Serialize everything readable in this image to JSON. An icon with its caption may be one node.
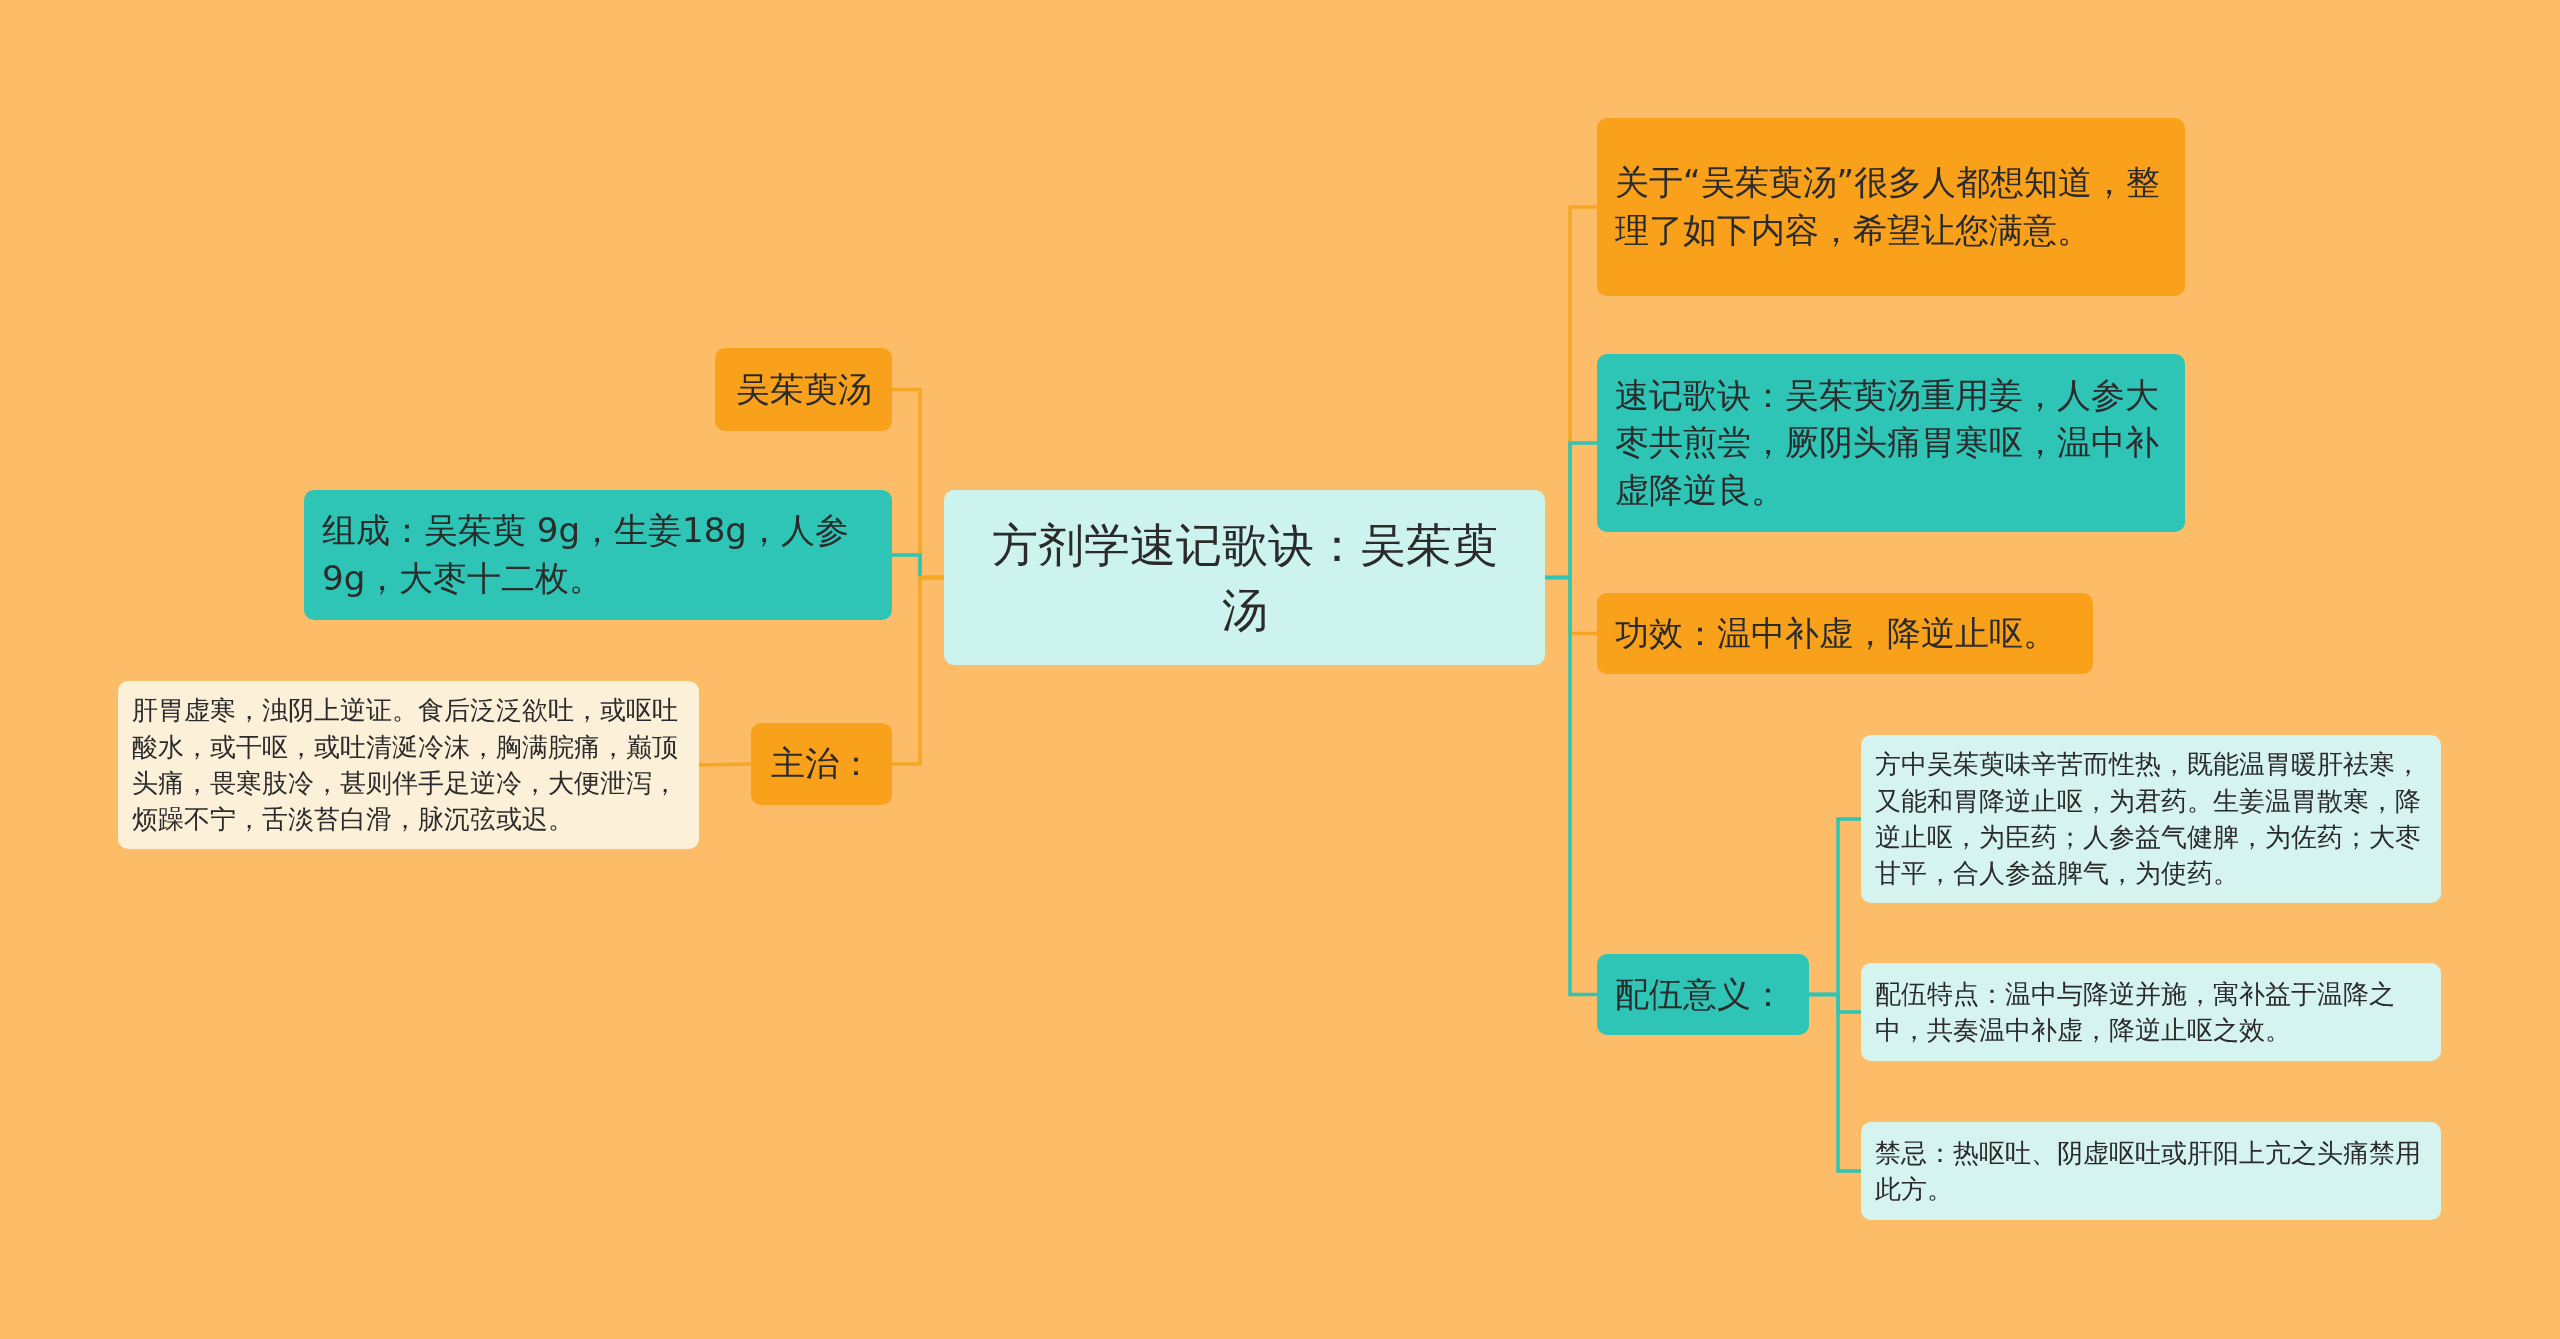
{
  "diagram": {
    "nodes": [
      {
        "text": [
          "方剂学速记歌诀：吴茱萸汤"
        ]
      },
      {
        "text": [
          "吴茱萸汤"
        ]
      },
      {
        "text": [
          "组成：吴茱萸 9g，生姜18g，人参9g，大枣十二枚。"
        ]
      },
      {
        "text": [
          "主治："
        ]
      },
      {
        "text": [
          "肝胃虚寒，浊阴上逆证。食后泛泛欲吐，或呕吐酸水，或干呕，或吐清涎冷沫，胸满脘痛，巅顶头痛，畏寒肢冷，甚则伴手足逆冷，大便泄泻，烦躁不宁，舌淡苔白滑，脉沉弦或迟。"
        ]
      },
      {
        "text": [
          "关于“吴茱萸汤”很多人都想知道，整理了如下内容，希望让您满意。"
        ]
      },
      {
        "text": [
          "速记歌诀：吴茱萸汤重用姜，人参大枣共煎尝，厥阴头痛胃寒呕，温中补虚降逆良。"
        ]
      },
      {
        "text": [
          "功效：温中补虚，降逆止呕。"
        ]
      },
      {
        "text": [
          "配伍意义："
        ]
      },
      {
        "text": [
          "方中吴茱萸味辛苦而性热，既能温胃暖肝祛寒，又能和胃降逆止呕，为君药。生姜温胃散寒，降逆止呕，为臣药；人参益气健脾，为佐药；大枣甘平，合人参益脾气，为使药。"
        ]
      },
      {
        "text": [
          "配伍特点：温中与降逆并施，寓补益于温降之中，共奏温中补虚，降逆止呕之效。"
        ]
      },
      {
        "text": [
          "禁忌：热呕吐、阴虚呕吐或肝阳上亢之头痛禁用此方。"
        ]
      }
    ],
    "edges": [
      {
        "from": 0,
        "to": 1,
        "arrow": "none",
        "color": "#f5a623"
      },
      {
        "from": 0,
        "to": 2,
        "arrow": "none"
      },
      {
        "from": 0,
        "to": 3,
        "arrow": "none",
        "color": "#f5a623"
      },
      {
        "from": 3,
        "to": 4,
        "arrow": "none",
        "color": "#f5a623"
      },
      {
        "from": 0,
        "to": 5,
        "arrow": "none",
        "color": "#f5a623"
      },
      {
        "from": 0,
        "to": 6,
        "arrow": "none"
      },
      {
        "from": 0,
        "to": 7,
        "arrow": "none",
        "color": "#f5a623"
      },
      {
        "from": 0,
        "to": 8,
        "arrow": "none"
      },
      {
        "from": 8,
        "to": 9,
        "arrow": "none"
      },
      {
        "from": 8,
        "to": 10,
        "arrow": "none"
      },
      {
        "from": 8,
        "to": 11,
        "arrow": "none"
      }
    ]
  }
}
